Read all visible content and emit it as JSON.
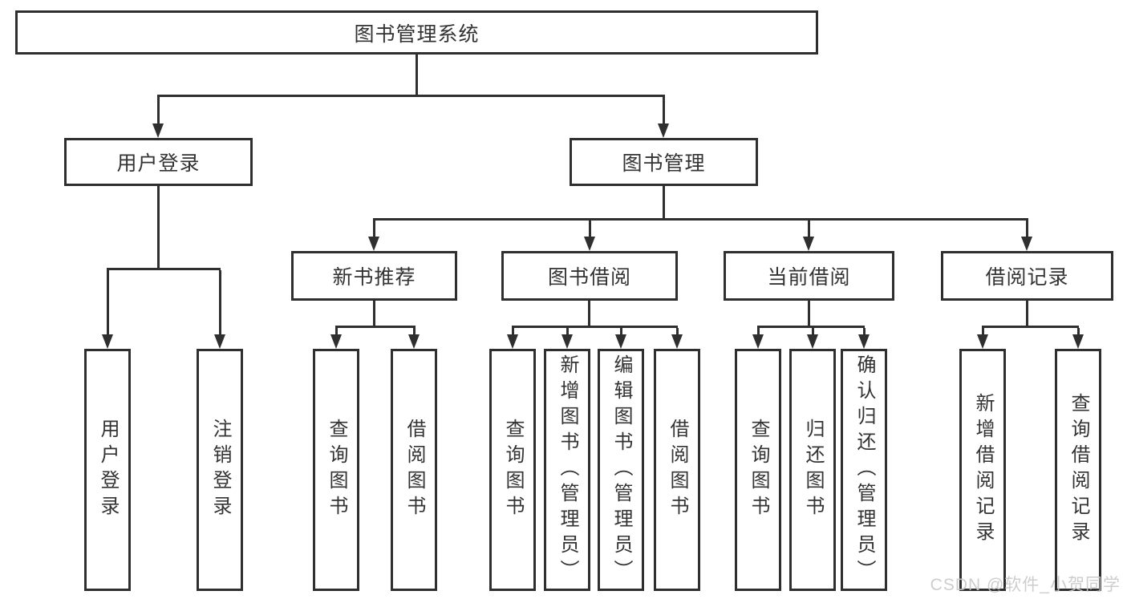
{
  "tree": {
    "label": "图书管理系统",
    "children": [
      {
        "label": "用户登录",
        "children": [
          {
            "label": "用户登录"
          },
          {
            "label": "注销登录"
          }
        ]
      },
      {
        "label": "图书管理",
        "children": [
          {
            "label": "新书推荐",
            "children": [
              {
                "label": "查询图书"
              },
              {
                "label": "借阅图书"
              }
            ]
          },
          {
            "label": "图书借阅",
            "children": [
              {
                "label": "查询图书"
              },
              {
                "label": "新增图书（管理员）"
              },
              {
                "label": "编辑图书（管理员）"
              },
              {
                "label": "借阅图书"
              }
            ]
          },
          {
            "label": "当前借阅",
            "children": [
              {
                "label": "查询图书"
              },
              {
                "label": "归还图书"
              },
              {
                "label": "确认归还（管理员）"
              }
            ]
          },
          {
            "label": "借阅记录",
            "children": [
              {
                "label": "新增借阅记录"
              },
              {
                "label": "查询借阅记录"
              }
            ]
          }
        ]
      }
    ]
  },
  "watermark": {
    "text": "CSDN @软件_小贺同学"
  },
  "colors": {
    "line": "#2f2f2f",
    "text": "#333333",
    "watermark": "#c9c9c9",
    "background": "#ffffff"
  }
}
